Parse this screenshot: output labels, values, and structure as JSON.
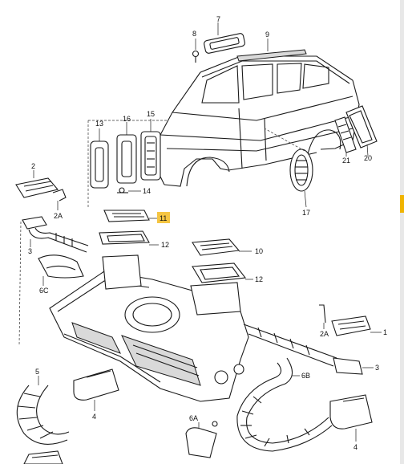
{
  "labels": {
    "l1": "1",
    "l2": "2",
    "l2a": "2A",
    "l2a_right": "2A",
    "l3": "3",
    "l3_right": "3",
    "l4": "4",
    "l4_right": "4",
    "l5": "5",
    "l6a": "6A",
    "l6b": "6B",
    "l6c": "6C",
    "l7": "7",
    "l8": "8",
    "l9": "9",
    "l10": "10",
    "l11": "11",
    "l12a": "12",
    "l12b": "12",
    "l13": "13",
    "l14": "14",
    "l15": "15",
    "l16": "16",
    "l17": "17",
    "l20": "20",
    "l21": "21"
  },
  "colors": {
    "highlight": "#f5c542",
    "ink": "#1a1a1a",
    "scroll_tab": "#f0b400"
  }
}
